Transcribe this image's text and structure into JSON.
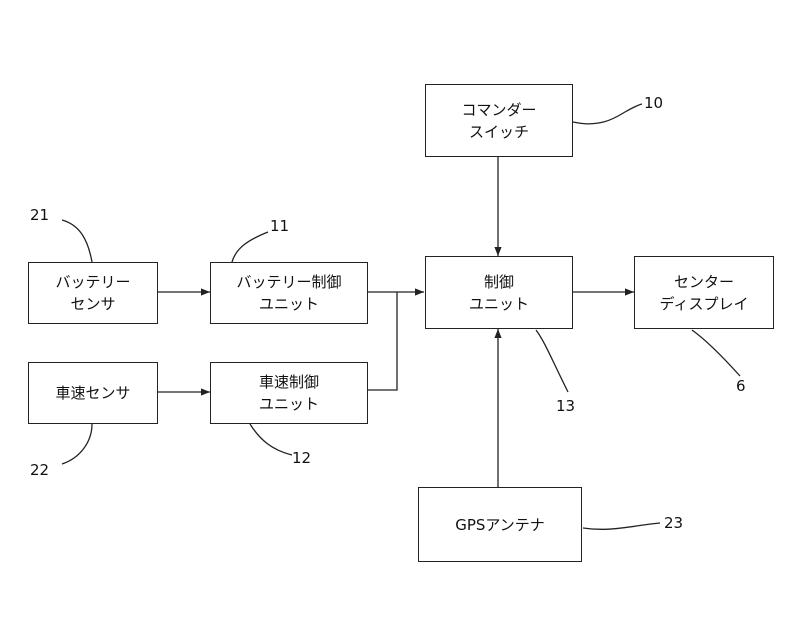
{
  "blocks": {
    "commander_switch": {
      "line1": "コマンダー",
      "line2": "スイッチ",
      "ref": "10"
    },
    "battery_sensor": {
      "line1": "バッテリー",
      "line2": "センサ",
      "ref": "21"
    },
    "battery_control": {
      "line1": "バッテリー制御",
      "line2": "ユニット",
      "ref": "11"
    },
    "control_unit": {
      "line1": "制御",
      "line2": "ユニット",
      "ref": "13"
    },
    "center_display": {
      "line1": "センター",
      "line2": "ディスプレイ",
      "ref": "6"
    },
    "speed_sensor": {
      "line1": "車速センサ",
      "ref": "22"
    },
    "speed_control": {
      "line1": "車速制御",
      "line2": "ユニット",
      "ref": "12"
    },
    "gps_antenna": {
      "line1": "GPSアンテナ",
      "ref": "23"
    }
  }
}
